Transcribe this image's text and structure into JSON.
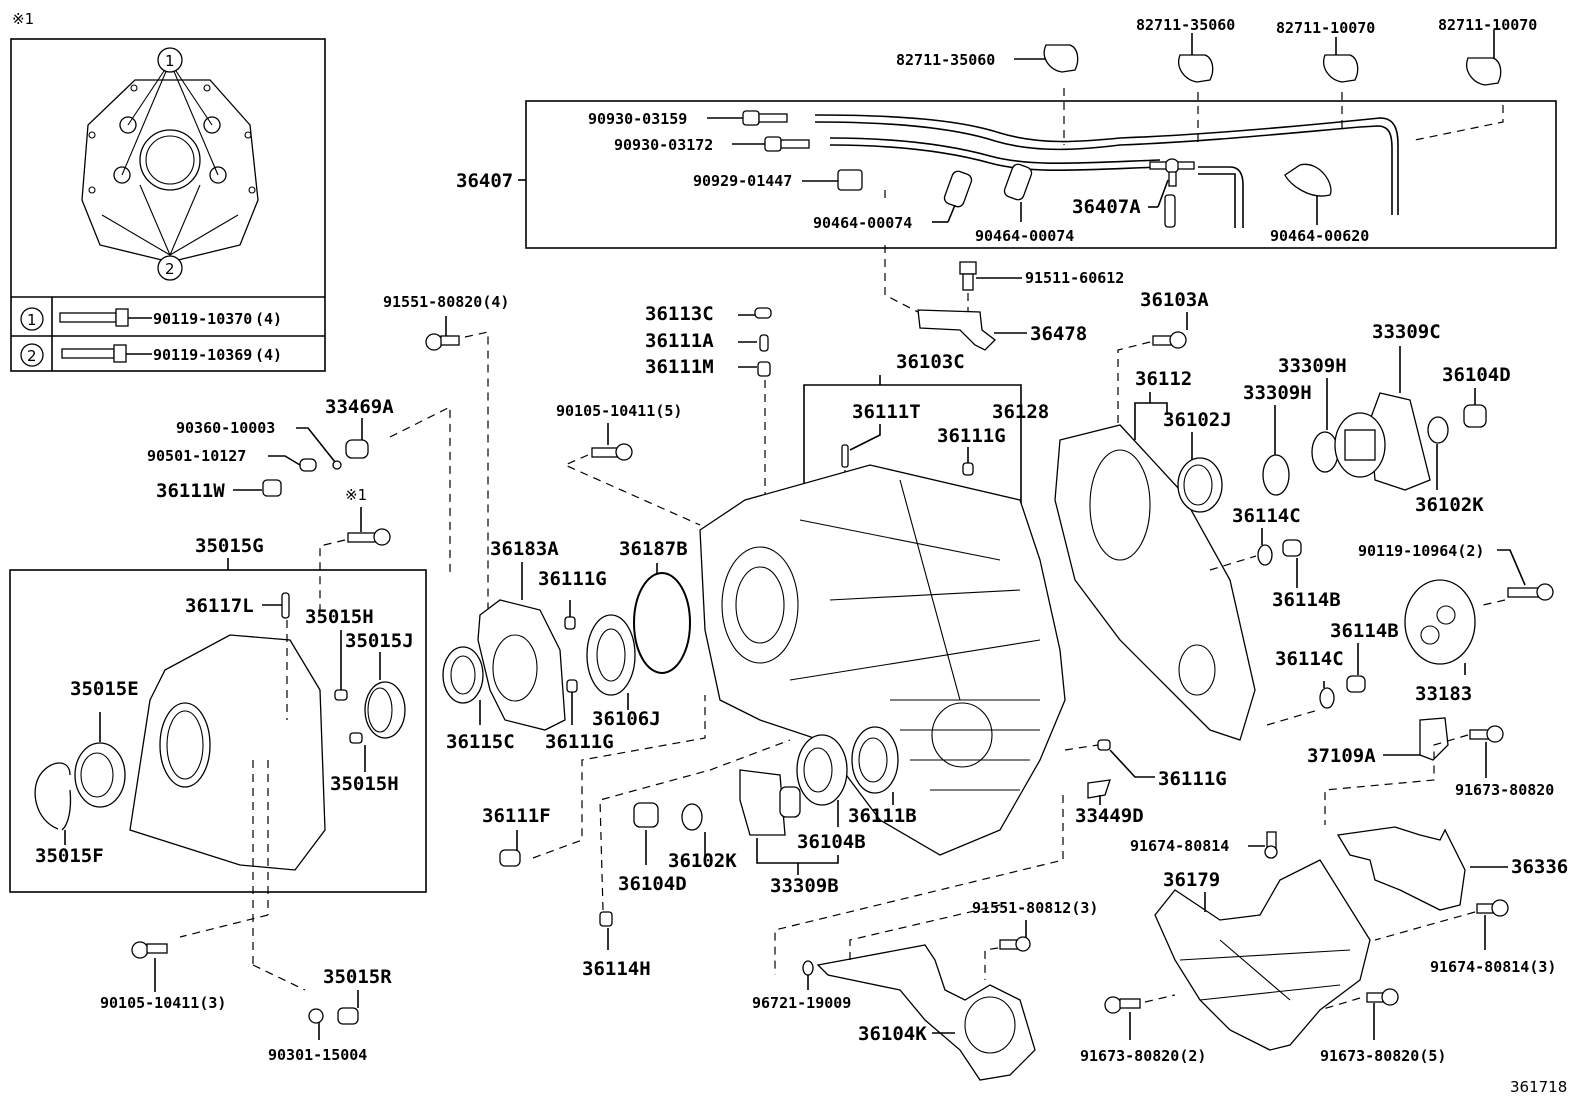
{
  "diagram": {
    "title": "Transfer case / adapter parts illustration",
    "illustration_number": "361718",
    "note_marker": "※1",
    "inset": {
      "callouts": [
        "1",
        "2"
      ],
      "legend": [
        {
          "index": "1",
          "part": "90119-10370",
          "qty": "(4)"
        },
        {
          "index": "2",
          "part": "90119-10369",
          "qty": "(4)"
        }
      ]
    },
    "hose_group": {
      "group_label": "36407",
      "parts": [
        "90930-03159",
        "90930-03172",
        "90929-01447",
        "90464-00074",
        "90464-00074",
        "36407A",
        "90464-00620"
      ],
      "clamps_above": [
        "82711-35060",
        "82711-35060",
        "82711-10070",
        "82711-10070"
      ]
    },
    "adapter_group": {
      "group_label": "35015G",
      "parts": [
        "36117L",
        "35015H",
        "35015J",
        "35015E",
        "35015H",
        "35015F"
      ]
    },
    "labels": {
      "l_91551_80820_4": "91551-80820(4)",
      "l_90360": "90360-10003",
      "l_33469A": "33469A",
      "l_90501": "90501-10127",
      "l_36111W": "36111W",
      "l_note1": "※1",
      "l_90105_3": "90105-10411(3)",
      "l_35015R": "35015R",
      "l_90301": "90301-15004",
      "l_36113C": "36113C",
      "l_36111A": "36111A",
      "l_36111M": "36111M",
      "l_90105_5": "90105-10411(5)",
      "l_36183A": "36183A",
      "l_36187B": "36187B",
      "l_36111G_a": "36111G",
      "l_36111G_b": "36111G",
      "l_36115C": "36115C",
      "l_36106J": "36106J",
      "l_36111F": "36111F",
      "l_36114H": "36114H",
      "l_36104D_a": "36104D",
      "l_36102K_a": "36102K",
      "l_33309B": "33309B",
      "l_36104B": "36104B",
      "l_36111B": "36111B",
      "l_91511": "91511-60612",
      "l_36478": "36478",
      "l_36103C": "36103C",
      "l_36111T": "36111T",
      "l_36128": "36128",
      "l_36111G_c": "36111G",
      "l_36103A": "36103A",
      "l_36112": "36112",
      "l_36102J": "36102J",
      "l_33309H_a": "33309H",
      "l_33309H_b": "33309H",
      "l_33309C": "33309C",
      "l_36104D_b": "36104D",
      "l_36102K_b": "36102K",
      "l_36114C_a": "36114C",
      "l_36114B_a": "36114B",
      "l_90119_2": "90119-10964(2)",
      "l_36114B_b": "36114B",
      "l_36114C_b": "36114C",
      "l_33183": "33183",
      "l_37109A": "37109A",
      "l_91673_80820": "91673-80820",
      "l_36111G_d": "36111G",
      "l_33449D": "33449D",
      "l_91674_80814": "91674-80814",
      "l_36336": "36336",
      "l_36179": "36179",
      "l_91551_80812": "91551-80812(3)",
      "l_96721": "96721-19009",
      "l_36104K": "36104K",
      "l_91674_80814_3": "91674-80814(3)",
      "l_91673_80820_2": "91673-80820(2)",
      "l_91673_80820_5": "91673-80820(5)"
    }
  }
}
